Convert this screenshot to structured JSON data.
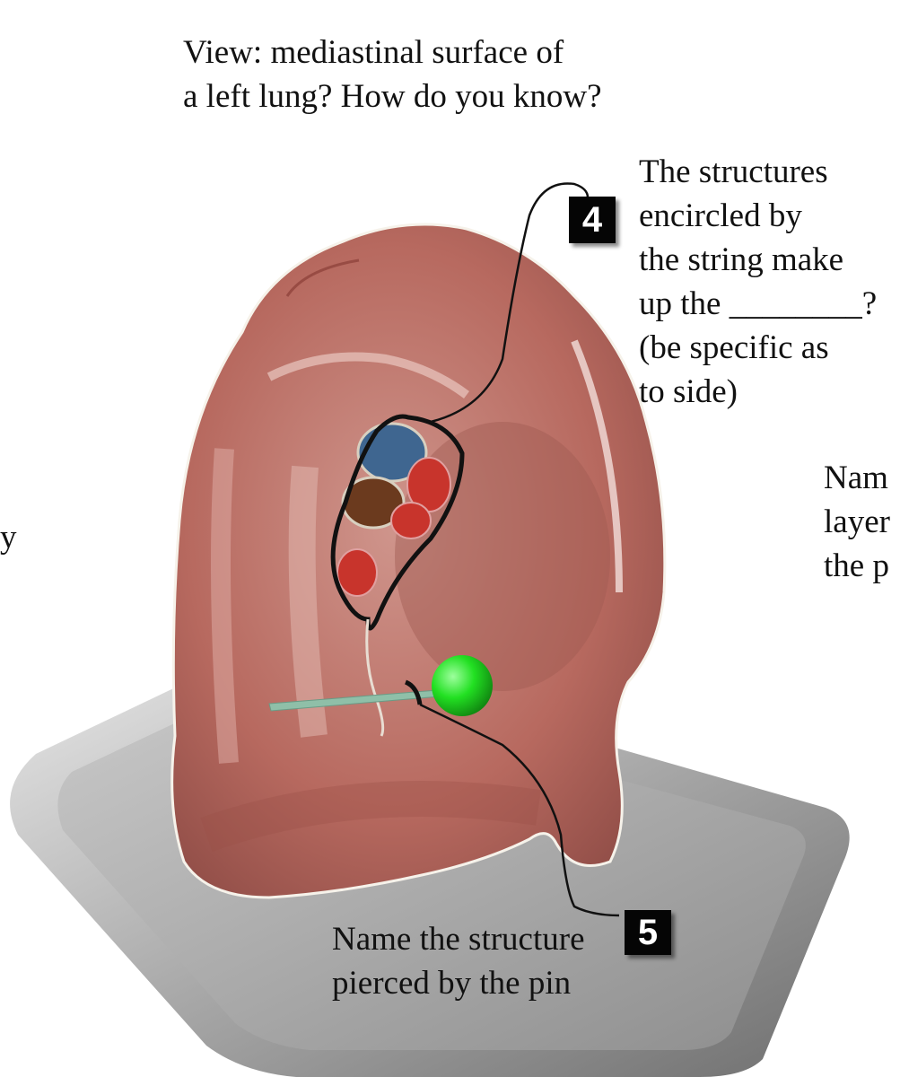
{
  "header": {
    "line1": "View: mediastinal surface of",
    "line2": "a left lung?  How do you know?"
  },
  "question4": {
    "number": "4",
    "lines": [
      "The structures",
      "encircled by",
      "the string make",
      "up the ________?",
      "(be specific as",
      "to side)"
    ]
  },
  "question5": {
    "number": "5",
    "lines": [
      "Name the structure",
      "pierced by the pin"
    ]
  },
  "right_partial": {
    "lines": [
      "Nam",
      "layer",
      "the p"
    ]
  },
  "left_partial": {
    "text": "y"
  },
  "colors": {
    "lung": "#b86b63",
    "tray": "#b9b9b9",
    "pin_head": "#22e022",
    "string": "#111111",
    "vein": "#3f6690",
    "artery": "#c8342c",
    "bronchus": "#6b3a1e"
  }
}
